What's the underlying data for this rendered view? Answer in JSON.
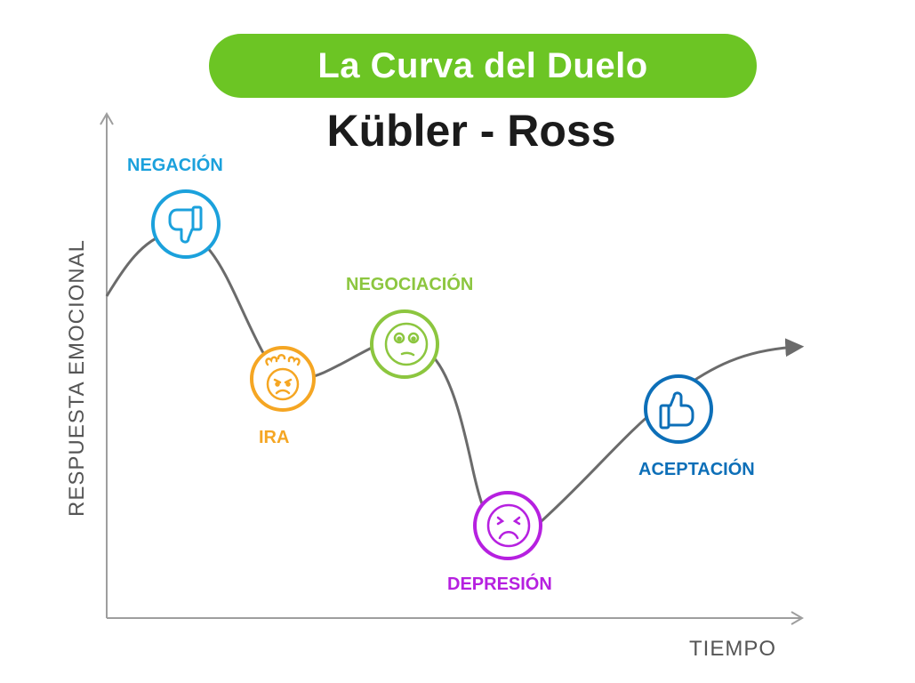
{
  "title": "La Curva del Duelo",
  "subtitle": "Kübler - Ross",
  "axes": {
    "y_label": "RESPUESTA EMOCIONAL",
    "x_label": "TIEMPO"
  },
  "colors": {
    "banner": "#6cc524",
    "axis": "#9e9e9e",
    "curve": "#6b6b6b"
  },
  "stages": [
    {
      "label": "NEGACIÓN",
      "color": "#1ba1dc",
      "icon": "thumbs-down-icon"
    },
    {
      "label": "IRA",
      "color": "#f5a623",
      "icon": "angry-face-icon"
    },
    {
      "label": "NEGOCIACIÓN",
      "color": "#8cc63f",
      "icon": "thinking-face-icon"
    },
    {
      "label": "DEPRESIÓN",
      "color": "#b620e0",
      "icon": "sad-face-icon"
    },
    {
      "label": "ACEPTACIÓN",
      "color": "#0d6fb8",
      "icon": "thumbs-up-icon"
    }
  ]
}
